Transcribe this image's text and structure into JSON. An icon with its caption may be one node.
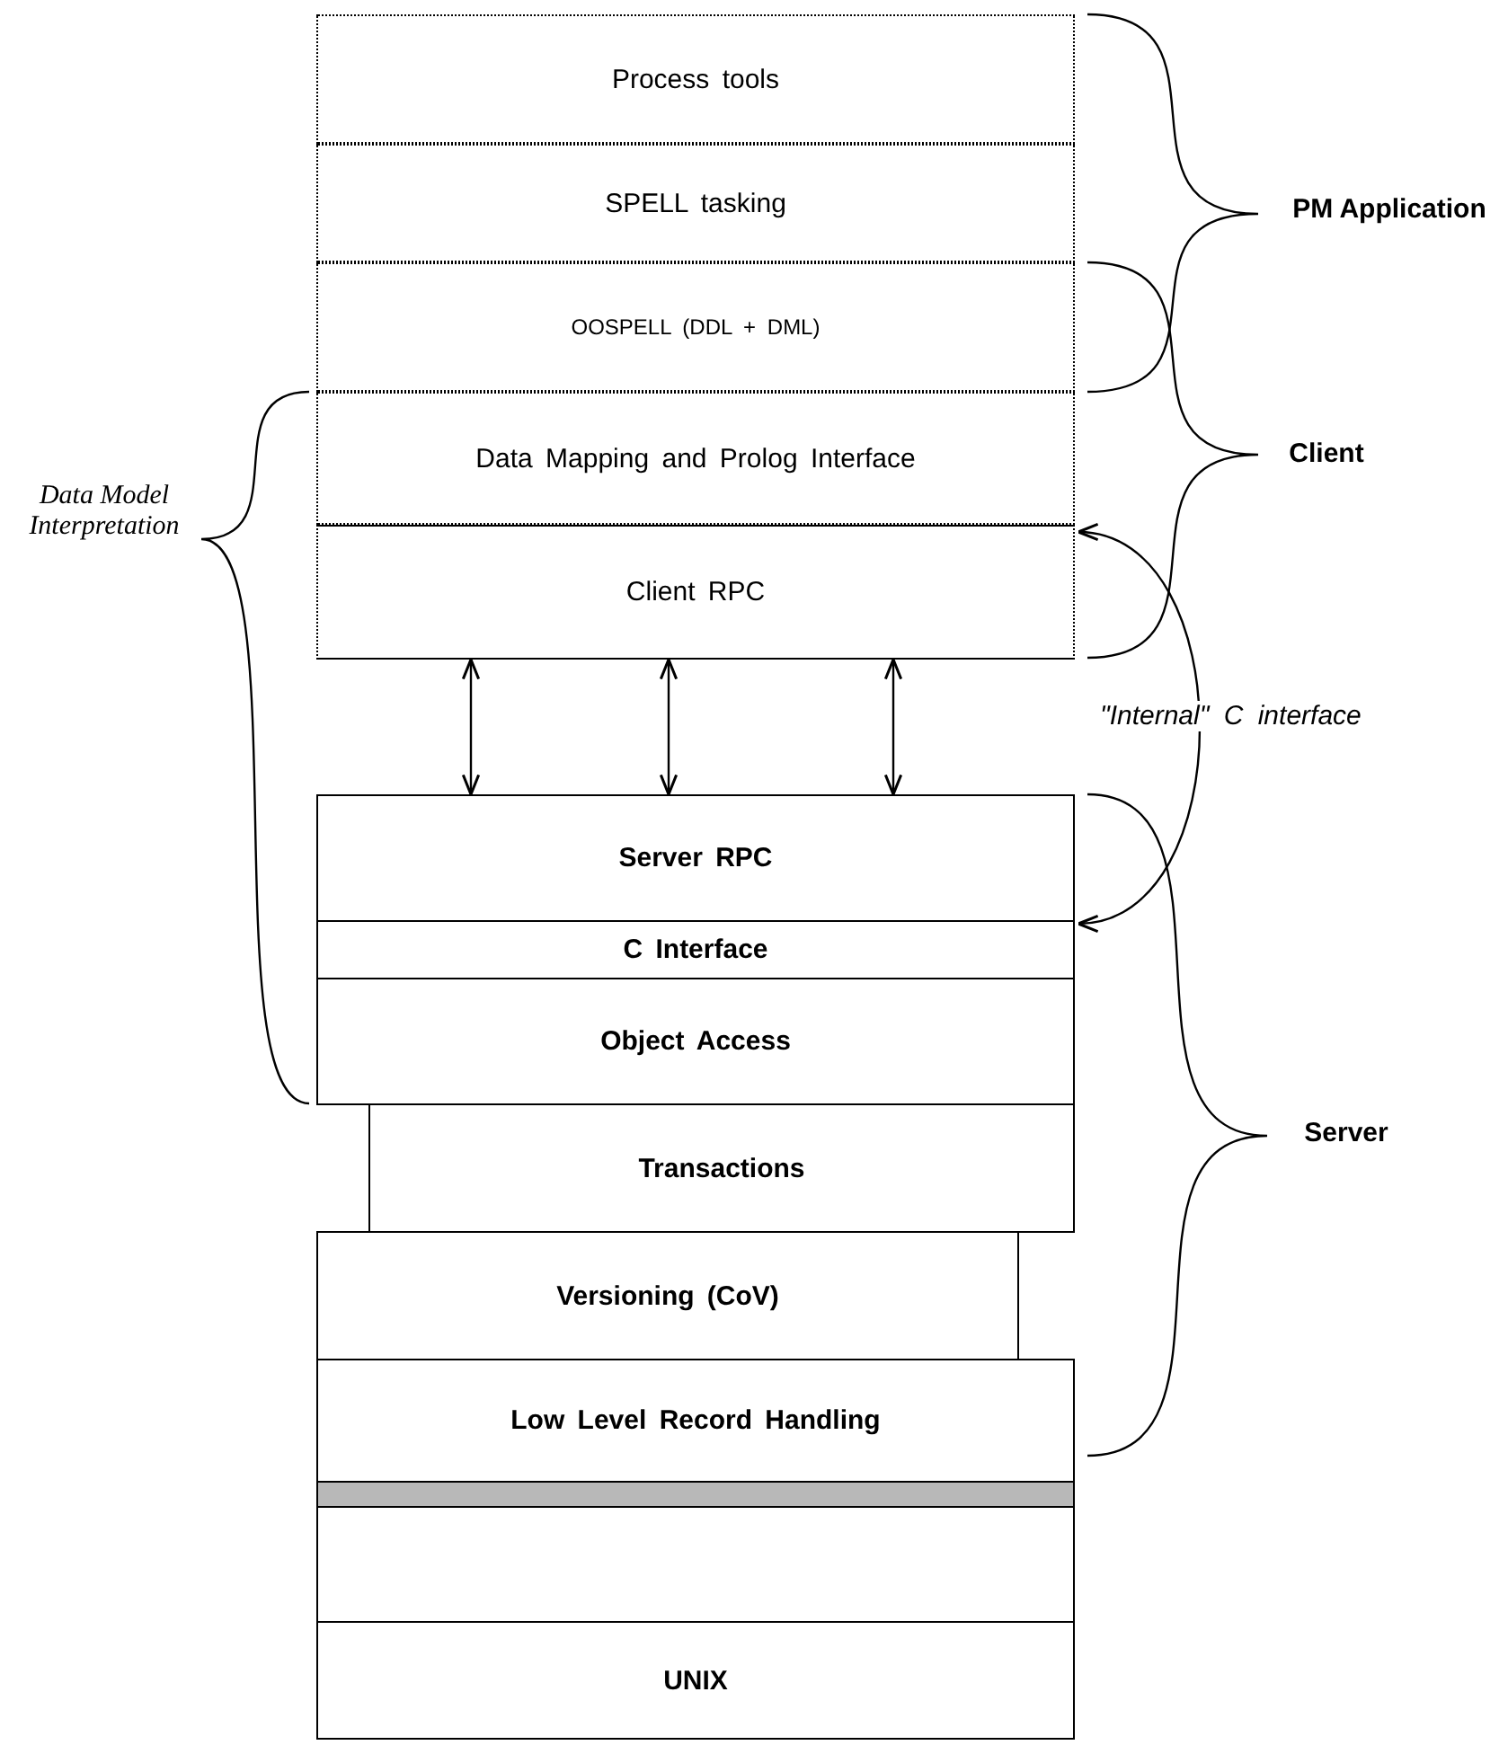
{
  "diagram": {
    "nodes": [
      {
        "text": [
          "Process tools"
        ]
      },
      {
        "text": [
          "SPELL tasking"
        ]
      },
      {
        "text": [
          "OOSPELL (DDL + DML)"
        ]
      },
      {
        "text": [
          "Data Mapping and Prolog Interface"
        ]
      },
      {
        "text": [
          "Client RPC"
        ]
      },
      {
        "text": [
          "Server RPC"
        ]
      },
      {
        "text": [
          "C Interface"
        ]
      },
      {
        "text": [
          "Object Access"
        ]
      },
      {
        "text": [
          "Transactions"
        ]
      },
      {
        "text": [
          "Versioning (CoV)"
        ]
      },
      {
        "text": [
          "Low Level Record Handling"
        ]
      },
      {
        "text": [],
        "shape": "bar"
      },
      {
        "text": [],
        "shape": "box"
      },
      {
        "text": [
          "UNIX"
        ]
      }
    ],
    "edges": [
      {
        "from": 4,
        "to": 5,
        "arrow": "both"
      },
      {
        "from": 4,
        "to": 5,
        "arrow": "both"
      },
      {
        "from": 4,
        "to": 5,
        "arrow": "both"
      },
      {
        "from": 4,
        "to": 6,
        "arrow": "both",
        "label": "\"Internal\" C interface"
      }
    ],
    "labels": [
      "PM Application",
      "Client",
      "Data Model Interpretation",
      "Server"
    ]
  }
}
